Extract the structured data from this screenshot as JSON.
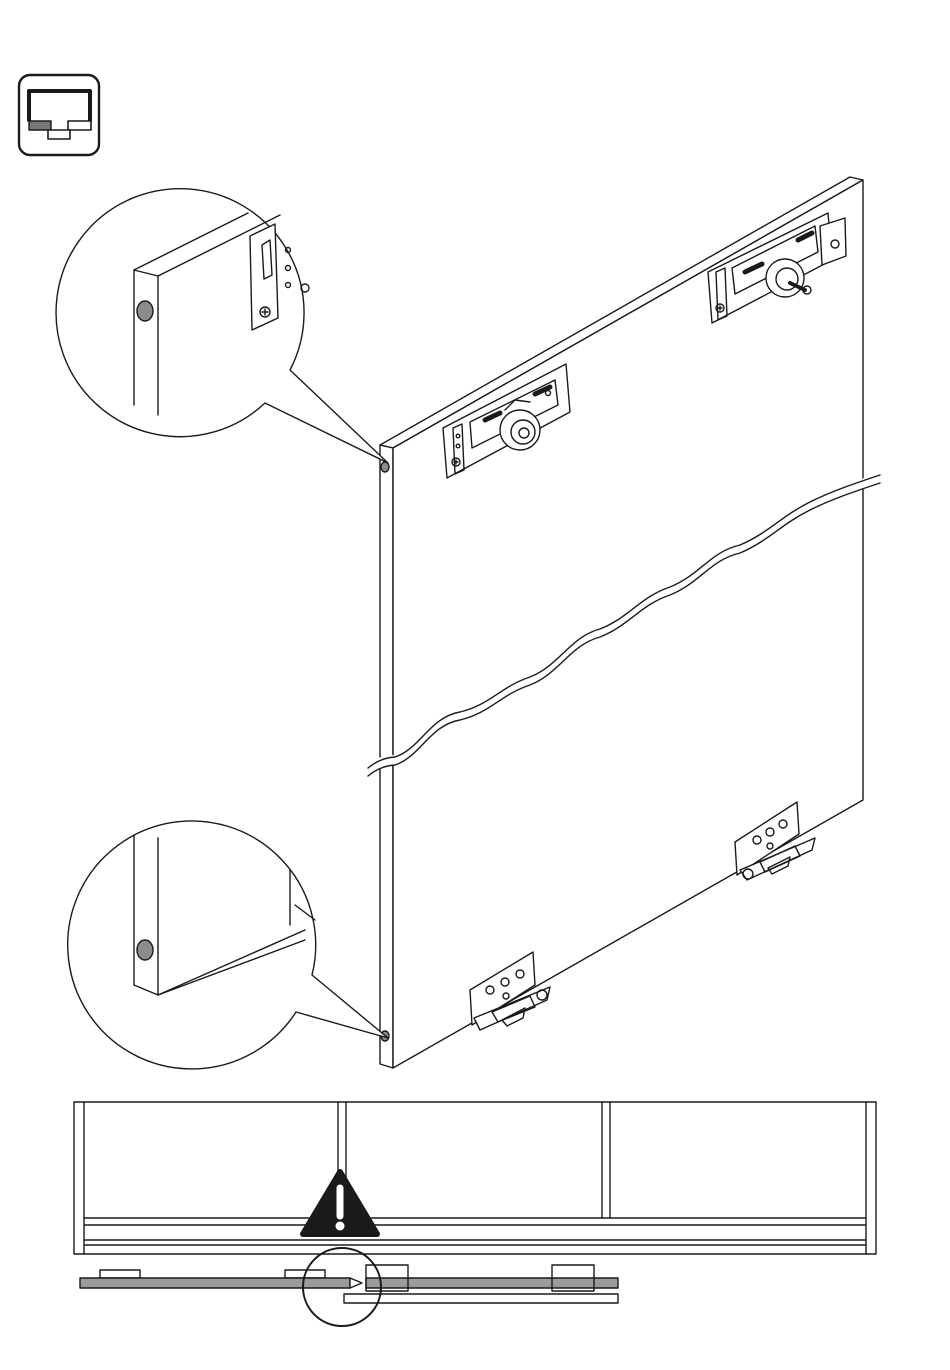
{
  "diagram": {
    "step_icon": "sliding-door-top-view-icon",
    "warning_icon": "exclamation-warning-icon",
    "parts": [
      "door-panel",
      "top-roller-carriage",
      "bottom-guide-bracket",
      "edge-bumper",
      "magnified-detail",
      "wardrobe-front-view",
      "door-track-section"
    ],
    "colors": {
      "line": "#1a1a1a",
      "panel_fill": "#ffffff",
      "bumper_fill": "#8c8c8c",
      "door_bar_fill": "#9a9a9a",
      "warning_fill": "#1a1a1a"
    }
  }
}
